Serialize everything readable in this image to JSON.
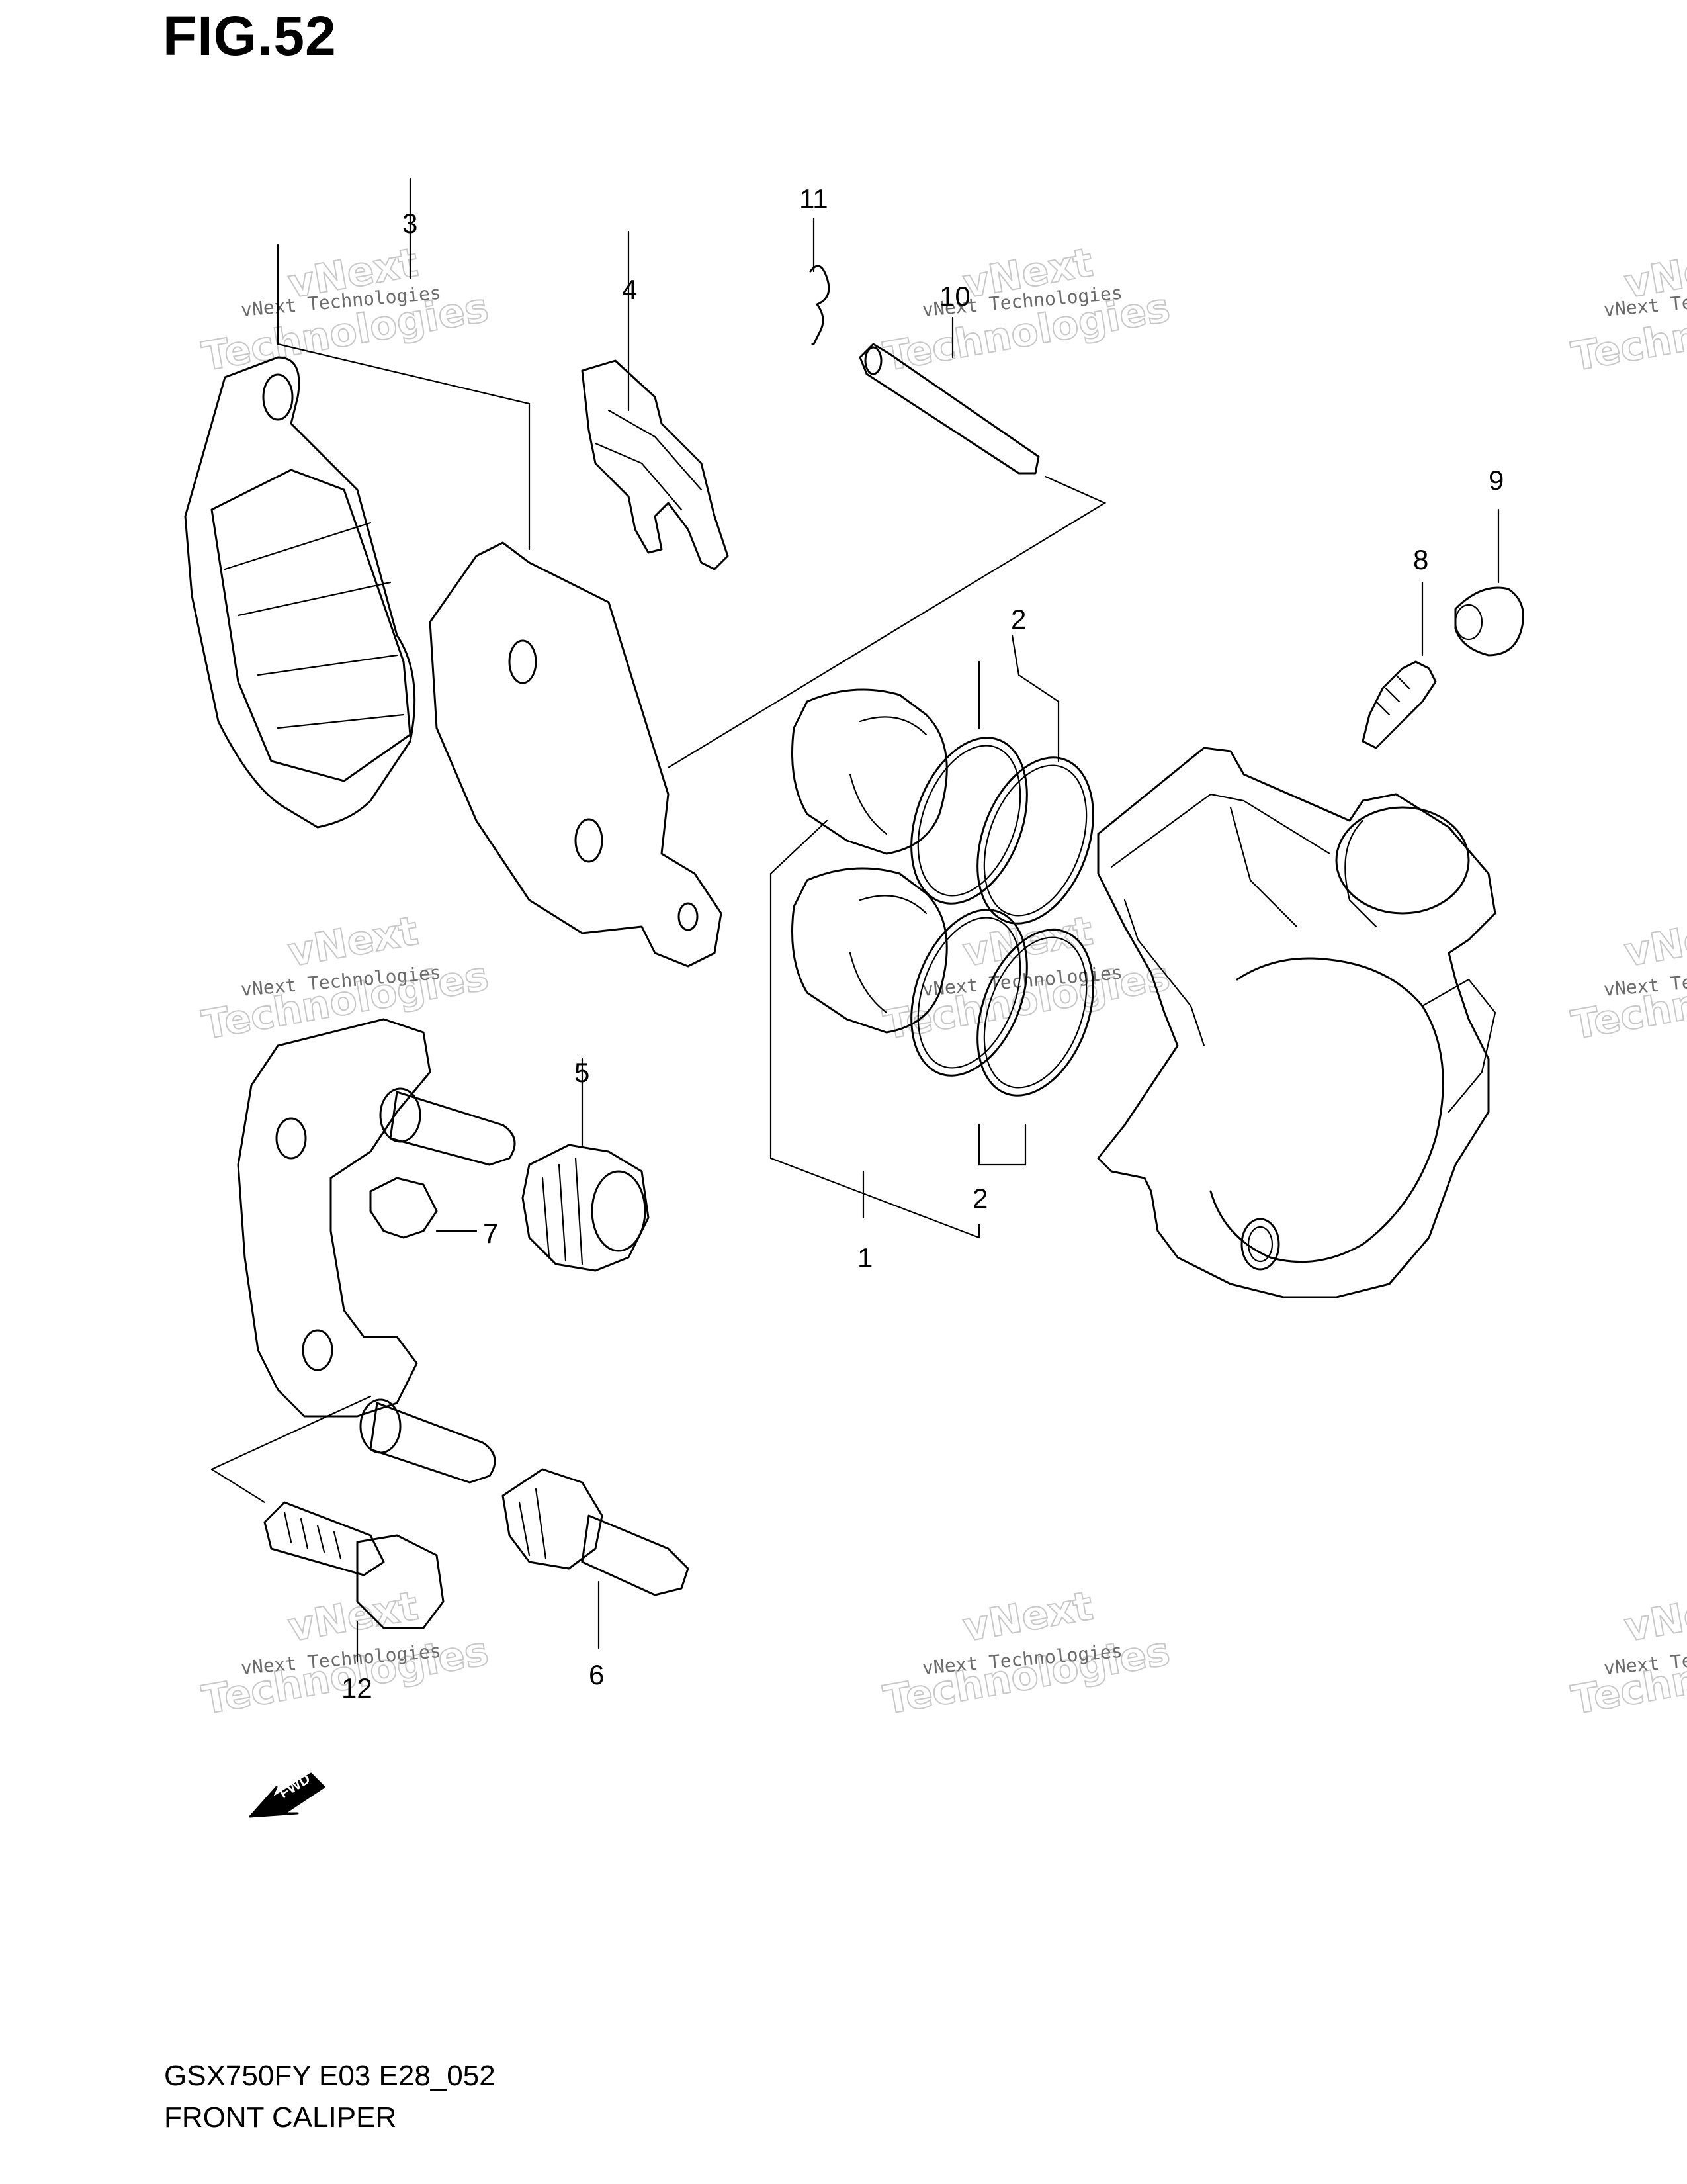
{
  "figure": {
    "title": "FIG.52"
  },
  "callouts": {
    "c1": "1",
    "c2a": "2",
    "c2b": "2",
    "c3": "3",
    "c4": "4",
    "c5": "5",
    "c6": "6",
    "c7": "7",
    "c8": "8",
    "c9": "9",
    "c10": "10",
    "c11": "11",
    "c12": "12"
  },
  "direction_marker": {
    "label": "FWD"
  },
  "watermark": {
    "line1": "vNext Technologies",
    "brand_word1": "vNext",
    "brand_word2": "Technologies"
  },
  "footer": {
    "model_code": "GSX750FY E03 E28_052",
    "section_name": "FRONT CALIPER"
  }
}
